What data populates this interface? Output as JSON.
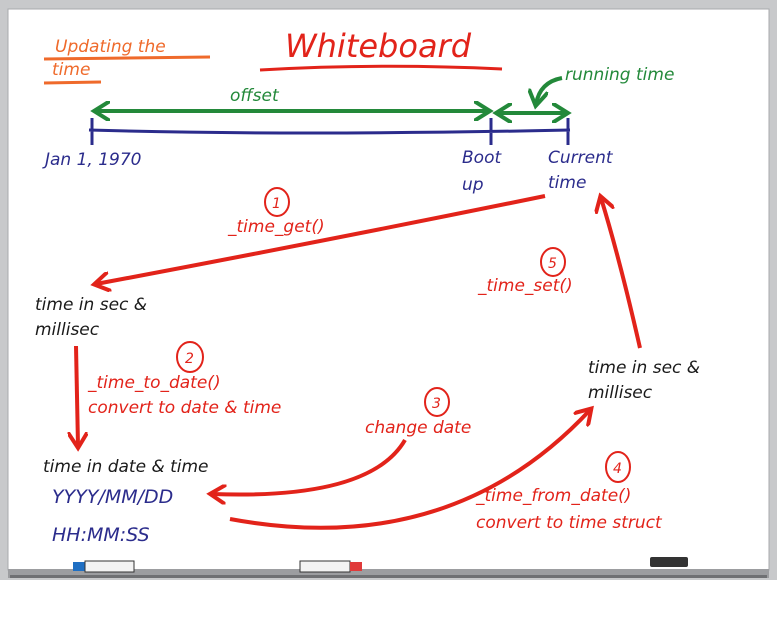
{
  "title": "Whiteboard",
  "subtitle": [
    "Updating the",
    "time"
  ],
  "timeline": {
    "offset_label": "offset",
    "running_time_label": "running time",
    "start_label": "Jan 1, 1970",
    "boot_label": [
      "Boot",
      "up"
    ],
    "current_label": [
      "Current",
      "time"
    ]
  },
  "steps": [
    {
      "number": "1",
      "function": "_time_get()"
    },
    {
      "number": "2",
      "function": "_time_to_date()",
      "description": "convert to date & time"
    },
    {
      "number": "3",
      "description": "change date"
    },
    {
      "number": "4",
      "function": "_time_from_date()",
      "description": "convert to time struct"
    },
    {
      "number": "5",
      "function": "_time_set()"
    }
  ],
  "nodes": {
    "sec_left": [
      "time in sec &",
      "millisec"
    ],
    "sec_right": [
      "time in sec &",
      "millisec"
    ],
    "date_time": "time in date & time",
    "date_format": "YYYY/MM/DD",
    "time_format": "HH:MM:SS"
  },
  "colors": {
    "red": "#e2231a",
    "green": "#23893a",
    "blue": "#2b2c8c",
    "orange": "#ef6a2b"
  }
}
